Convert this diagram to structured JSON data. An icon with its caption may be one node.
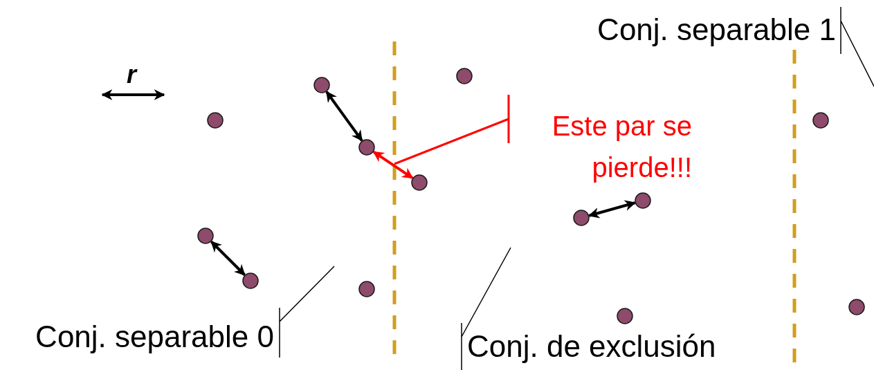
{
  "diagram": {
    "nodes": [
      {
        "text": [
          "Conj. separable 1"
        ]
      },
      {
        "text": [
          "Este par se pierde!!!"
        ]
      },
      {
        "text": [
          "Conj. separable 0"
        ]
      },
      {
        "text": [
          "Conj. de exclusión"
        ]
      },
      {
        "text": [],
        "shape": "circle"
      },
      {
        "text": [],
        "shape": "circle"
      },
      {
        "text": [],
        "shape": "circle"
      },
      {
        "text": [],
        "shape": "circle"
      },
      {
        "text": [],
        "shape": "circle"
      },
      {
        "text": [],
        "shape": "circle"
      },
      {
        "text": [],
        "shape": "circle"
      },
      {
        "text": [],
        "shape": "circle"
      },
      {
        "text": [],
        "shape": "circle"
      },
      {
        "text": [],
        "shape": "circle"
      },
      {
        "text": [],
        "shape": "circle"
      },
      {
        "text": [],
        "shape": "circle"
      },
      {
        "text": [],
        "shape": "circle"
      }
    ],
    "edges": [
      {
        "from": 0,
        "to": null,
        "arrow": "none"
      },
      {
        "from": 1,
        "to": null,
        "arrow": "none",
        "color": "#ff0000"
      },
      {
        "from": 2,
        "to": null,
        "arrow": "none"
      },
      {
        "from": 3,
        "to": null,
        "arrow": "none"
      },
      {
        "from": 7,
        "to": 8,
        "arrow": "both"
      },
      {
        "from": 8,
        "to": 10,
        "arrow": "both",
        "color": "#ff0000"
      },
      {
        "from": 4,
        "to": 6,
        "arrow": "both"
      },
      {
        "from": 12,
        "to": 14,
        "arrow": "both"
      }
    ],
    "labels": [
      "r"
    ]
  }
}
